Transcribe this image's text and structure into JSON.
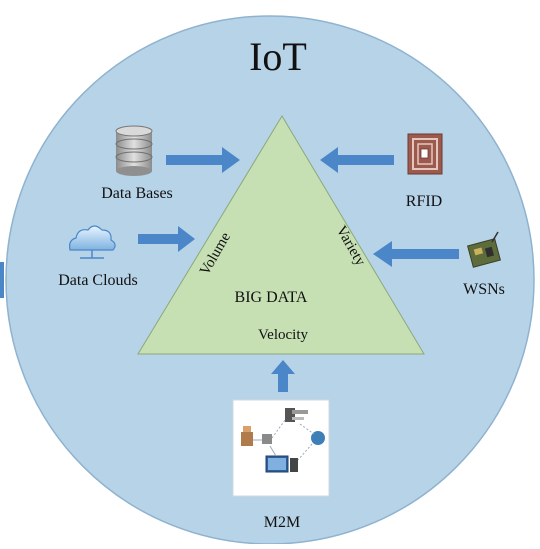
{
  "title": "IoT",
  "triangle": {
    "center_label": "BIG DATA",
    "left_side_label": "Volume",
    "right_side_label": "Variety",
    "bottom_label": "Velocity"
  },
  "sources": {
    "data_bases": {
      "label": "Data Bases",
      "icon": "database-icon"
    },
    "data_clouds": {
      "label": "Data Clouds",
      "icon": "cloud-icon"
    },
    "rfid": {
      "label": "RFID",
      "icon": "rfid-tag-icon"
    },
    "wsns": {
      "label": "WSNs",
      "icon": "sensor-node-icon"
    },
    "m2m": {
      "label": "M2M",
      "icon": "m2m-network-icon"
    }
  },
  "colors": {
    "circle_fill": "#b7d3e8",
    "circle_stroke": "#8fb3cf",
    "triangle_fill": "#c6e0b4",
    "triangle_stroke": "#8aa97a",
    "arrow": "#4a86c8"
  }
}
